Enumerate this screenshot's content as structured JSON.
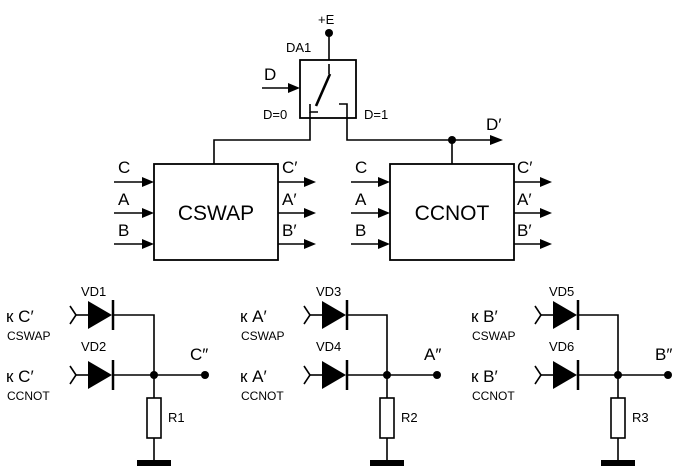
{
  "supply": {
    "label": "+E"
  },
  "switch": {
    "ref": "DA1",
    "control_label": "D",
    "pos0_label": "D=0",
    "pos1_label": "D=1",
    "output_label": "D′"
  },
  "cswap": {
    "title": "CSWAP",
    "in_c": "C",
    "in_a": "A",
    "in_b": "B",
    "out_c": "C′",
    "out_a": "A′",
    "out_b": "B′"
  },
  "ccnot": {
    "title": "CCNOT",
    "in_c": "C",
    "in_a": "A",
    "in_b": "B",
    "out_c": "C′",
    "out_a": "A′",
    "out_b": "B′"
  },
  "or_c": {
    "in1": "к C′",
    "in1_src": "CSWAP",
    "in2": "к C′",
    "in2_src": "CCNOT",
    "d1": "VD1",
    "d2": "VD2",
    "out": "C″",
    "res": "R1"
  },
  "or_a": {
    "in1": "к A′",
    "in1_src": "CSWAP",
    "in2": "к A′",
    "in2_src": "CCNOT",
    "d1": "VD3",
    "d2": "VD4",
    "out": "A″",
    "res": "R2"
  },
  "or_b": {
    "in1": "к B′",
    "in1_src": "CSWAP",
    "in2": "к B′",
    "in2_src": "CCNOT",
    "d1": "VD5",
    "d2": "VD6",
    "out": "B″",
    "res": "R3"
  }
}
